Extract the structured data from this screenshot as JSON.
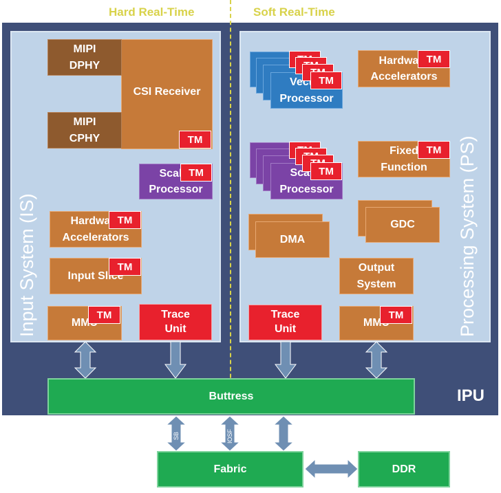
{
  "labels": {
    "hard_realtime": "Hard Real-Time",
    "soft_realtime": "Soft Real-Time",
    "ipu": "IPU",
    "input_system": "Input System (IS)",
    "processing_system": "Processing System (PS)"
  },
  "input_system": {
    "mipi_dphy": "MIPI\nDPHY",
    "mipi_cphy": "MIPI\nCPHY",
    "csi_receiver": "CSI Receiver",
    "scalar_processor": "Scalar\nProcessor",
    "hw_accelerators": "Hardware\nAccelerators",
    "input_slice": "Input Slice",
    "mmu": "MMU",
    "trace_unit": "Trace\nUnit"
  },
  "processing_system": {
    "vector_processor": "Vector\nProcessor",
    "hw_accelerators": "Hardware\nAccelerators",
    "scalar_processor": "Scalar\nProcessor",
    "fixed_function": "Fixed\nFunction",
    "gdc": "GDC",
    "dma": "DMA",
    "output_system": "Output\nSystem",
    "mmu": "MMU",
    "trace_unit": "Trace\nUnit"
  },
  "tm": "TM",
  "buttress": "Buttress",
  "fabric": "Fabric",
  "ddr": "DDR",
  "links": {
    "sb": "SB",
    "iosf": "IOSF"
  },
  "colors": {
    "ipu_bg": "#3f4f78",
    "panel": "#bfd3e8",
    "orange": "#c67a39",
    "brown": "#8e5a2e",
    "purple": "#7b43a6",
    "blue": "#2f7cc1",
    "red": "#e8212d",
    "green": "#1faa52",
    "arrow": "#6f8fb3",
    "divider": "#d8d24a"
  }
}
